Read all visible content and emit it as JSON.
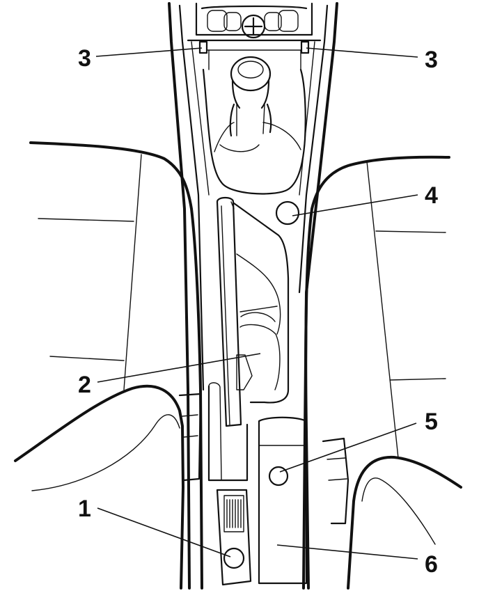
{
  "callouts": {
    "c1": "1",
    "c2": "2",
    "c3_left": "3",
    "c3_right": "3",
    "c4": "4",
    "c5": "5",
    "c6": "6"
  }
}
